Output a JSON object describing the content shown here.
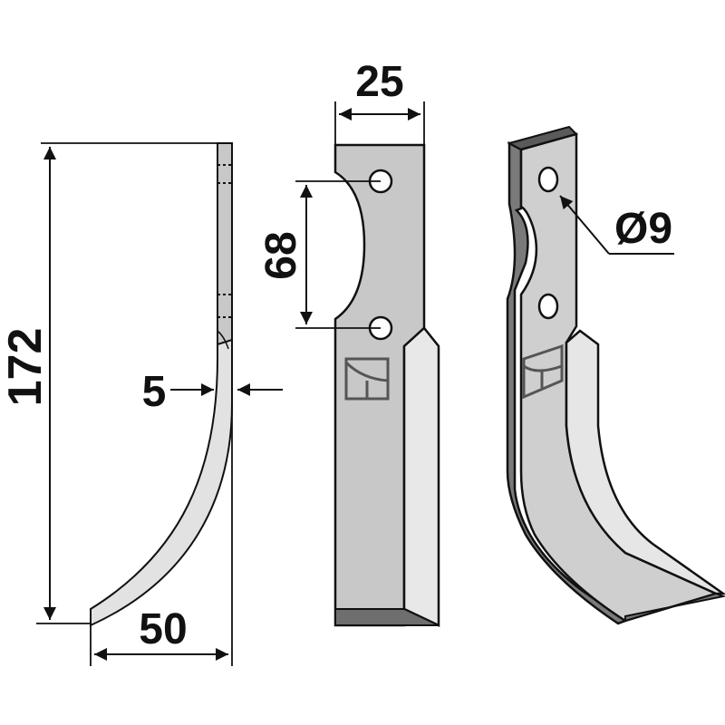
{
  "drawing": {
    "subject": "Rotary tiller blade",
    "colors": {
      "outline": "#111111",
      "face": "#c8c8c8",
      "face_light": "#e4e4e4",
      "edge_dark": "#6e6e6e",
      "background": "#ffffff"
    },
    "dimensions": {
      "height": "172",
      "bend_width": "50",
      "thickness": "5",
      "blade_width": "25",
      "hole_spacing": "68",
      "hole_diameter": "Ø9"
    },
    "views": [
      "side-view",
      "front-view",
      "perspective-view"
    ]
  }
}
